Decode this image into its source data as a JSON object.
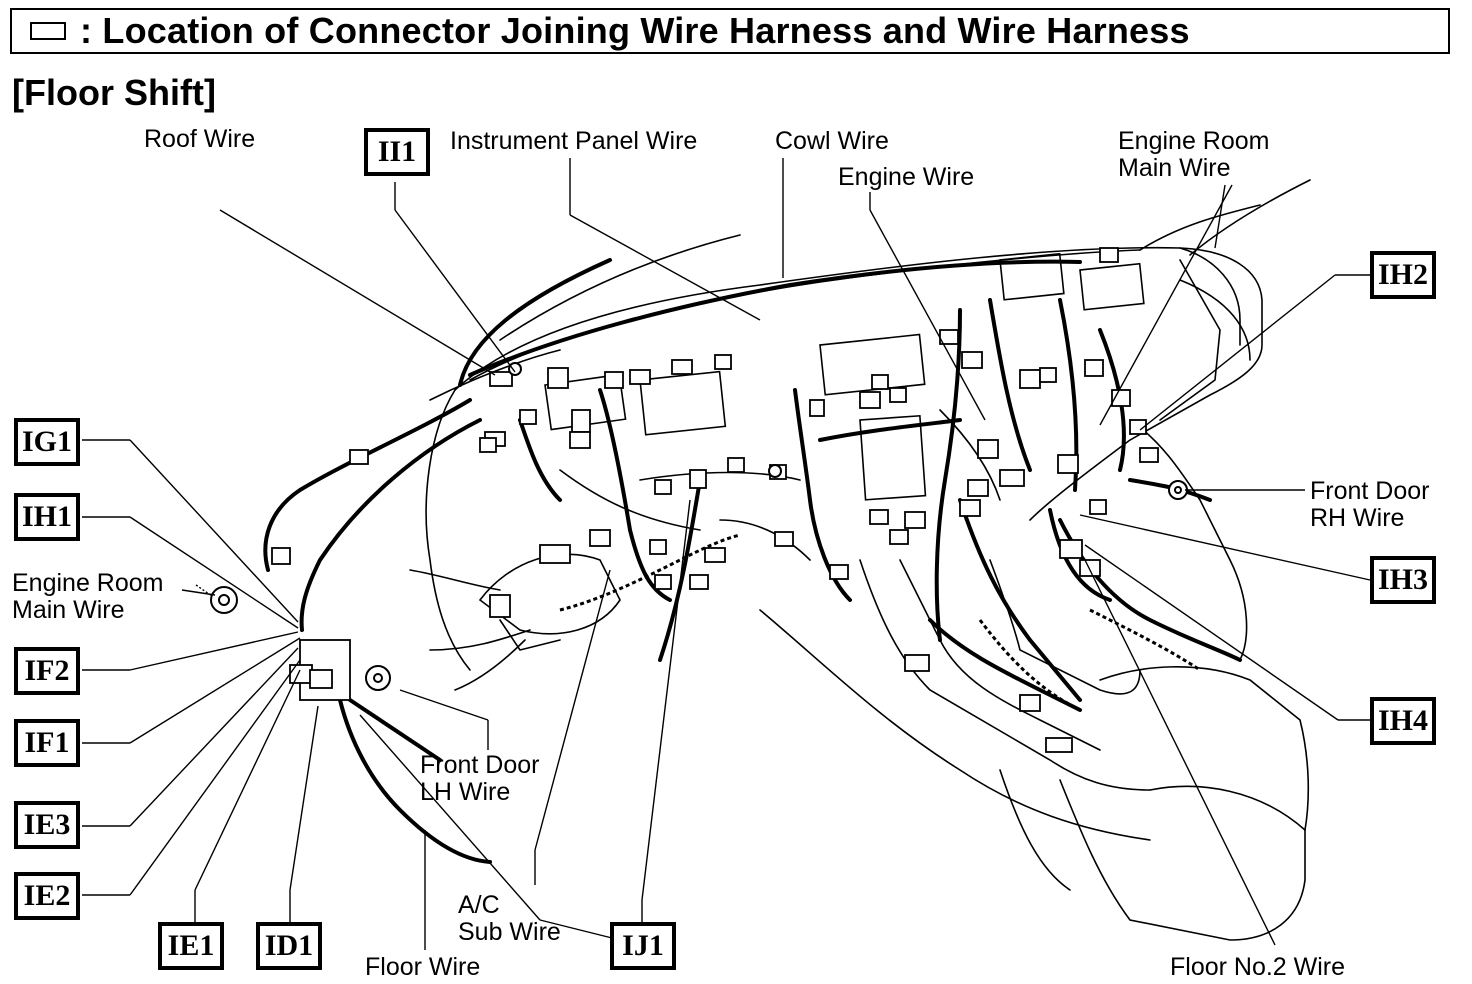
{
  "header": {
    "symbol_icon": "rectangle-icon",
    "title": ": Location of Connector Joining Wire Harness and Wire Harness"
  },
  "section_title": "[Floor Shift]",
  "wire_labels": {
    "roof": "Roof Wire",
    "instrument_panel": "Instrument Panel Wire",
    "cowl": "Cowl Wire",
    "engine": "Engine Wire",
    "engine_room_main_right": [
      "Engine Room",
      "Main Wire"
    ],
    "engine_room_main_left": [
      "Engine Room",
      "Main Wire"
    ],
    "front_door_rh": [
      "Front Door",
      "RH Wire"
    ],
    "front_door_lh": [
      "Front Door",
      "LH Wire"
    ],
    "ac_sub": [
      "A/C",
      "Sub Wire"
    ],
    "floor": "Floor Wire",
    "floor_no2": "Floor No.2 Wire"
  },
  "connector_codes": {
    "ii1": "II1",
    "ig1": "IG1",
    "ih1": "IH1",
    "if2": "IF2",
    "if1": "IF1",
    "ie3": "IE3",
    "ie2": "IE2",
    "ie1": "IE1",
    "id1": "ID1",
    "ij1": "IJ1",
    "ih2": "IH2",
    "ih3": "IH3",
    "ih4": "IH4"
  }
}
